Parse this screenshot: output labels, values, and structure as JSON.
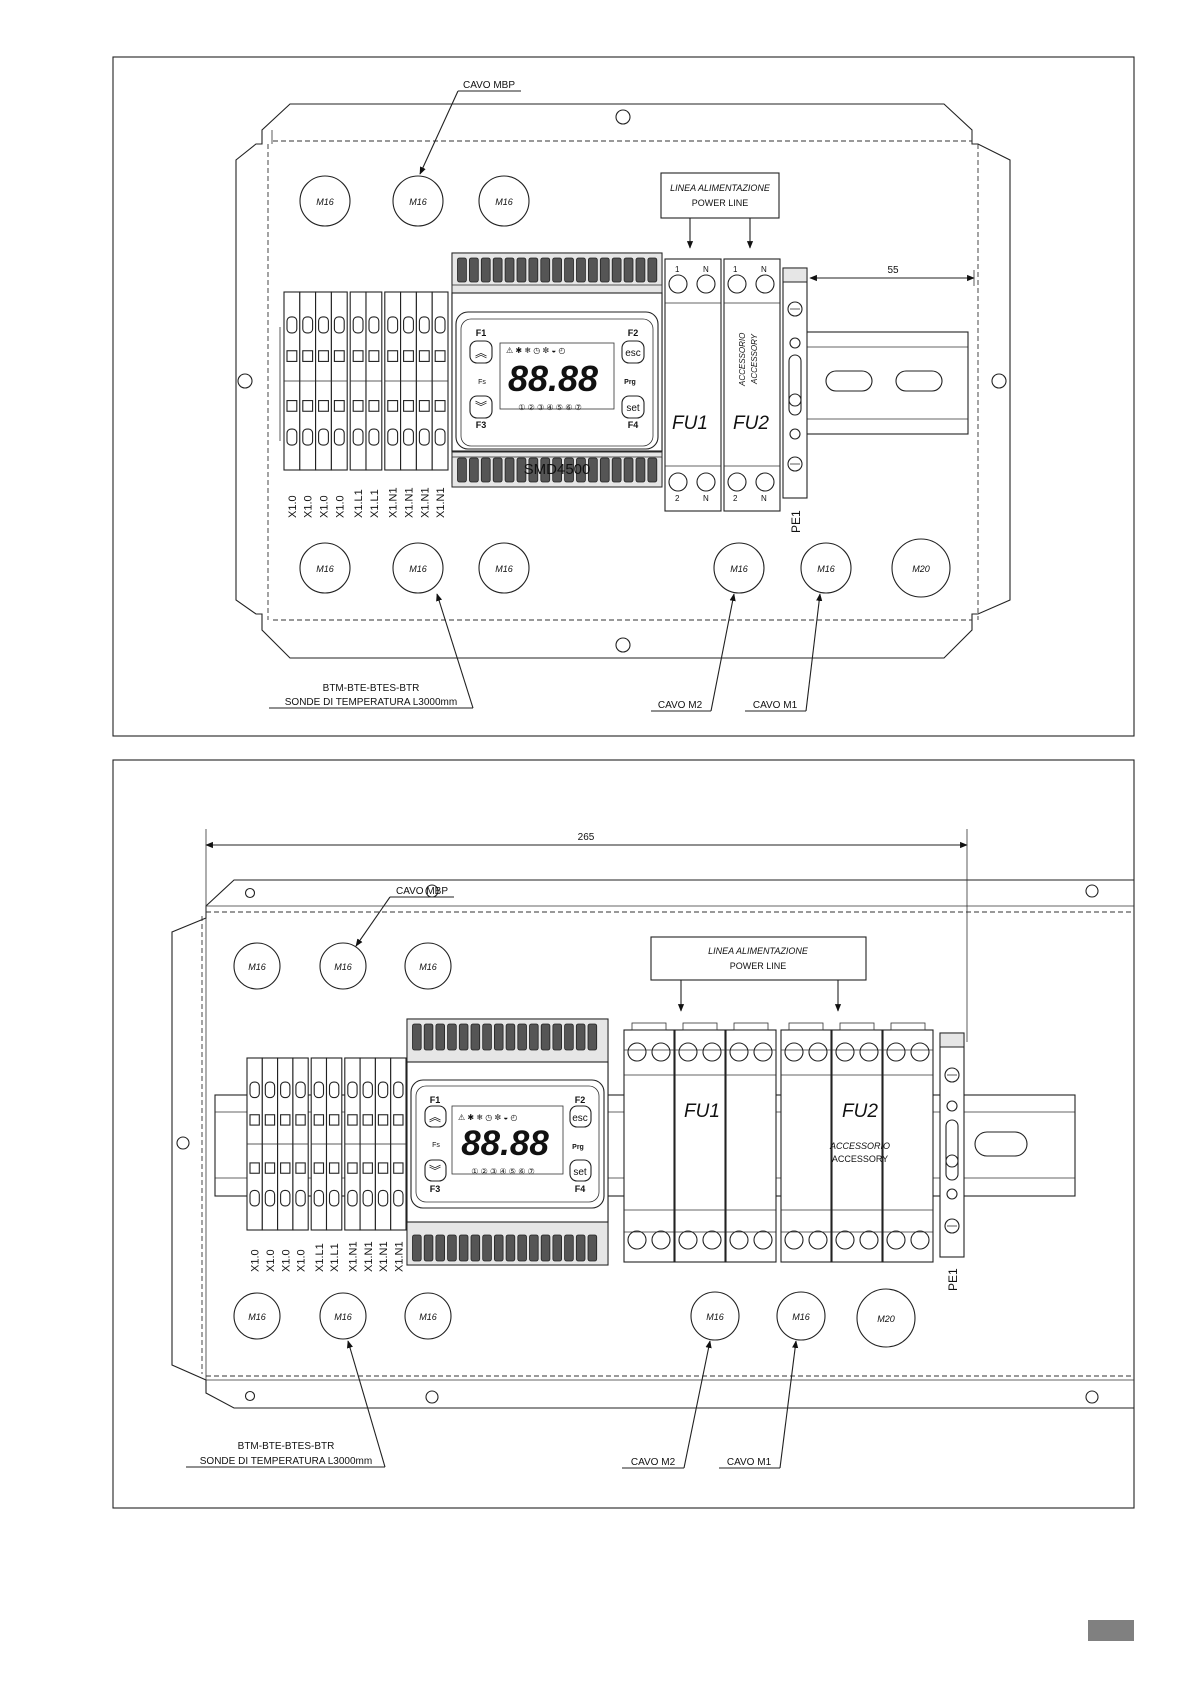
{
  "diagram_top": {
    "cable_mbp": "CAVO MBP",
    "power_line_it": "LINEA ALIMENTAZIONE",
    "power_line_en": "POWER LINE",
    "dimension": "55",
    "glands_top": [
      "M16",
      "M16",
      "M16"
    ],
    "glands_bottom": [
      "M16",
      "M16",
      "M16",
      "M16",
      "M16",
      "M20"
    ],
    "controller_model": "SMD4500",
    "display_value": "88.88",
    "key_f1": "F1",
    "key_f2": "F2",
    "key_f3": "F3",
    "key_f4": "F4",
    "key_esc": "esc",
    "key_set": "set",
    "key_prg": "Prg",
    "key_fs": "Fs",
    "fuse1": "FU1",
    "fuse2": "FU2",
    "fuse1_top": [
      "1",
      "N"
    ],
    "fuse2_top": [
      "1",
      "N"
    ],
    "fuse1_bottom": [
      "2",
      "N"
    ],
    "fuse2_bottom": [
      "2",
      "N"
    ],
    "accessory_it": "ACCESSORIO",
    "accessory_en": "ACCESSORY",
    "pe": "PE1",
    "terminals": [
      "X1.0",
      "X1.0",
      "X1.0",
      "X1.0",
      "X1.L1",
      "X1.L1",
      "X1.N1",
      "X1.N1",
      "X1.N1",
      "X1.N1"
    ],
    "probes_code": "BTM-BTE-BTES-BTR",
    "probes_desc": "SONDE DI TEMPERATURA L3000mm",
    "cable_m2": "CAVO M2",
    "cable_m1": "CAVO M1"
  },
  "diagram_bottom": {
    "dimension": "265",
    "cable_mbp": "CAVO MBP",
    "power_line_it": "LINEA ALIMENTAZIONE",
    "power_line_en": "POWER LINE",
    "glands_top": [
      "M16",
      "M16",
      "M16"
    ],
    "glands_bottom": [
      "M16",
      "M16",
      "M16",
      "M16",
      "M16",
      "M20"
    ],
    "display_value": "88.88",
    "key_f1": "F1",
    "key_f2": "F2",
    "key_f3": "F3",
    "key_f4": "F4",
    "key_esc": "esc",
    "key_set": "set",
    "key_prg": "Prg",
    "key_fs": "Fs",
    "fuse1": "FU1",
    "fuse2": "FU2",
    "accessory_it": "ACCESSORIO",
    "accessory_en": "ACCESSORY",
    "pe": "PE1",
    "terminals": [
      "X1.0",
      "X1.0",
      "X1.0",
      "X1.0",
      "X1.L1",
      "X1.L1",
      "X1.N1",
      "X1.N1",
      "X1.N1",
      "X1.N1"
    ],
    "probes_code": "BTM-BTE-BTES-BTR",
    "probes_desc": "SONDE DI TEMPERATURA L3000mm",
    "cable_m2": "CAVO M2",
    "cable_m1": "CAVO M1"
  }
}
